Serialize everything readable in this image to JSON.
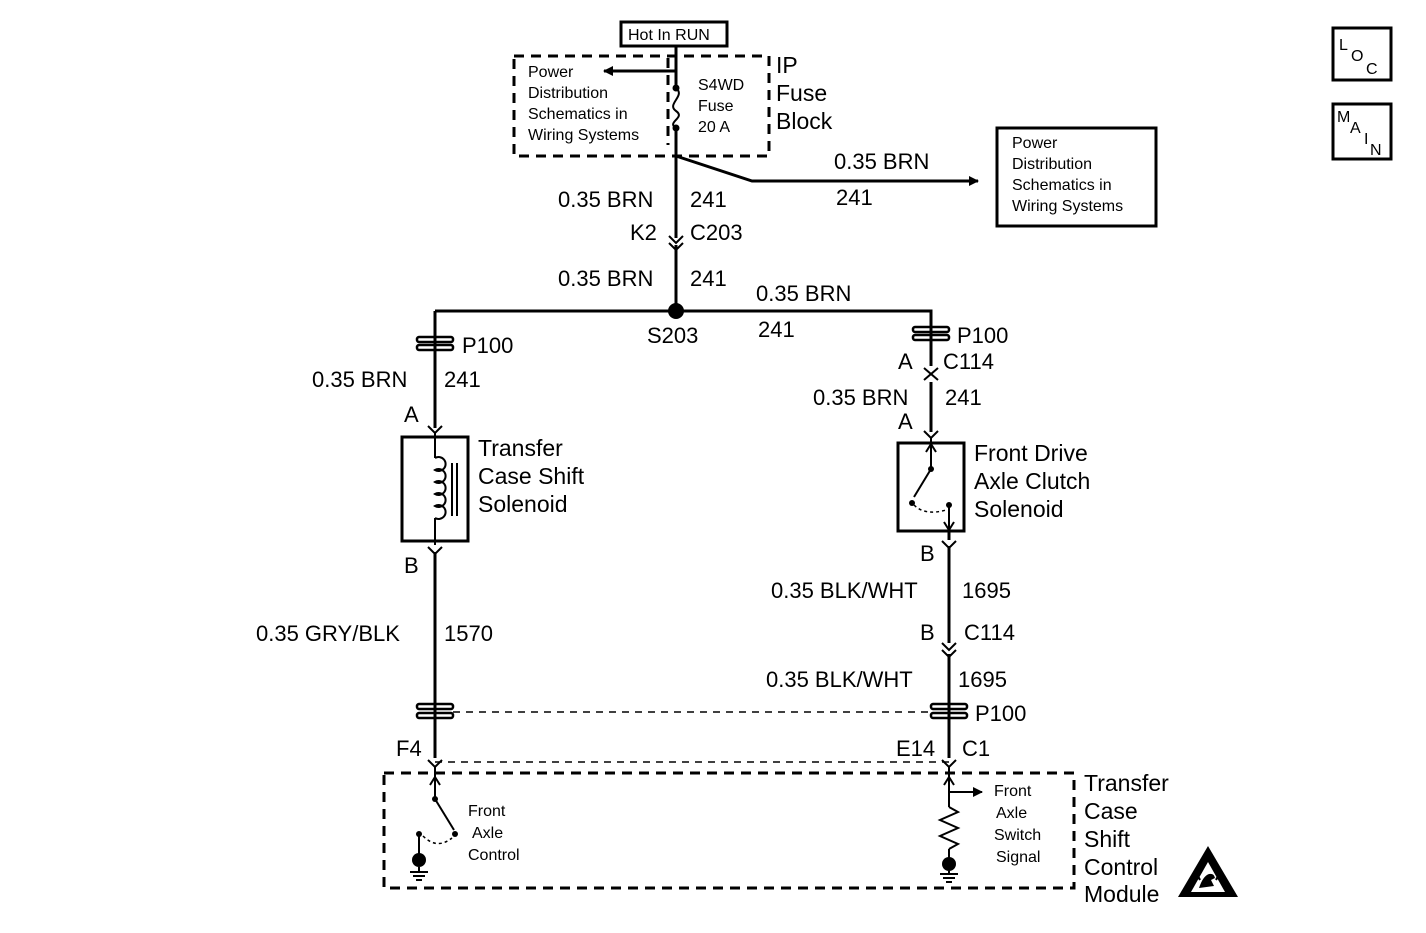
{
  "nav": {
    "loc": [
      "L",
      "O",
      "C"
    ],
    "main": [
      "M",
      "A",
      "I",
      "N"
    ]
  },
  "power": {
    "hot_label": "Hot In RUN",
    "fuse_block_lines": [
      "IP",
      "Fuse",
      "Block"
    ],
    "fuse_lines": [
      "S4WD",
      "Fuse",
      "20 A"
    ],
    "power_dist_left": [
      "Power",
      "Distribution",
      "Schematics in",
      "Wiring Systems"
    ],
    "power_dist_right": [
      "Power",
      "Distribution",
      "Schematics in",
      "Wiring Systems"
    ]
  },
  "wires": {
    "branch_right_color": "0.35 BRN",
    "branch_right_circuit": "241",
    "k2_above_color": "0.35 BRN",
    "k2_above_circuit": "241",
    "k2_pin": "K2",
    "k2_conn": "C203",
    "k2_below_color": "0.35 BRN",
    "k2_below_circuit": "241",
    "splice_name": "S203",
    "top_right_color": "0.35 BRN",
    "top_right_circuit": "241",
    "left_p100": "P100",
    "left_color": "0.35 BRN",
    "left_circuit": "241",
    "right_p100": "P100",
    "right_pin_a": "A",
    "right_conn_c114": "C114",
    "right_color": "0.35 BRN",
    "right_circuit": "241",
    "right_solenoid_pin_a": "A",
    "left_solenoid_pin_a": "A",
    "left_solenoid_pin_b": "B",
    "right_solenoid_pin_b": "B",
    "gry_color": "0.35 GRY/BLK",
    "gry_circuit": "1570",
    "blk_color_1": "0.35 BLK/WHT",
    "blk_circuit_1": "1695",
    "c114_pin_b": "B",
    "c114_conn": "C114",
    "blk_color_2": "0.35 BLK/WHT",
    "blk_circuit_2": "1695",
    "bottom_p100": "P100",
    "f4_pin": "F4",
    "e14_pin": "E14",
    "c1_conn": "C1"
  },
  "components": {
    "tcs_solenoid": [
      "Transfer",
      "Case Shift",
      "Solenoid"
    ],
    "fdac_solenoid": [
      "Front Drive",
      "Axle Clutch",
      "Solenoid"
    ],
    "tccm": [
      "Transfer",
      "Case",
      "Shift",
      "Control",
      "Module"
    ],
    "front_axle_control": [
      "Front",
      "Axle",
      "Control"
    ],
    "front_axle_switch_signal": [
      "Front",
      "Axle",
      "Switch",
      "Signal"
    ]
  }
}
